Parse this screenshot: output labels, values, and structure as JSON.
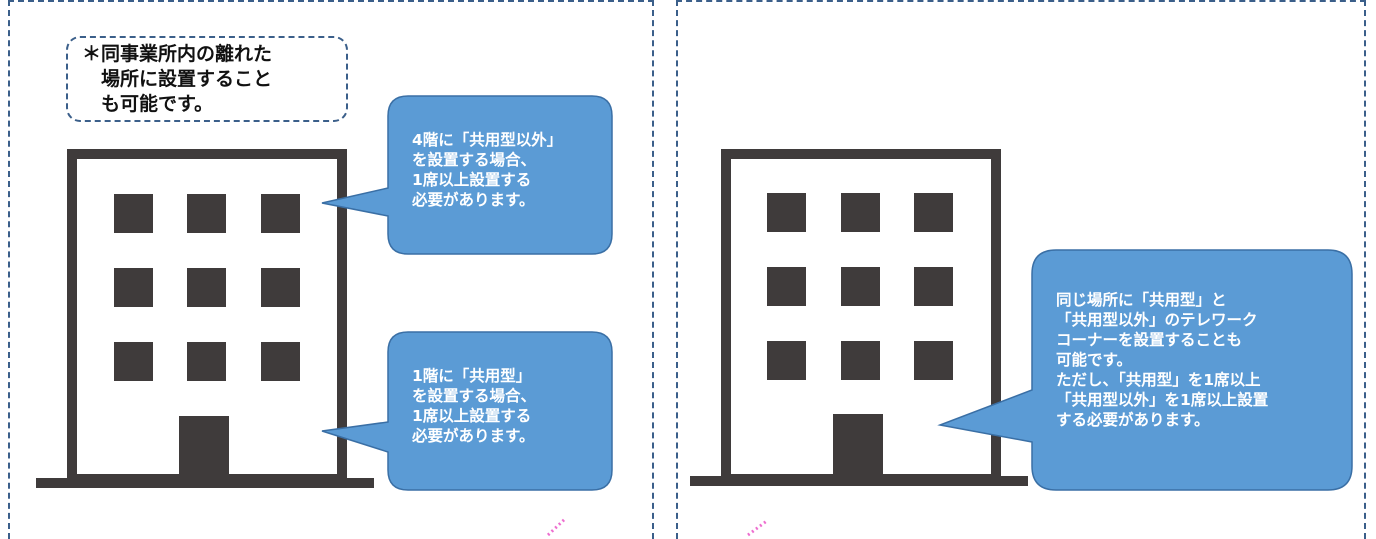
{
  "left_panel": {
    "note": "＊同事業所内の離れた\n　場所に設置すること\n　も可能です。",
    "callout_top": "4階に「共用型以外」\nを設置する場合、\n1席以上設置する\n必要があります。",
    "callout_bottom": "1階に「共用型」\nを設置する場合、\n1席以上設置する\n必要があります。"
  },
  "right_panel": {
    "callout": "同じ場所に「共用型」と\n「共用型以外」のテレワーク\nコーナーを設置することも\n可能です。\nただし、「共用型」を1席以上\n「共用型以外」を1席以上設置\nする必要があります。"
  },
  "colors": {
    "building": "#3f3b3b",
    "callout_fill": "#5b9bd5",
    "callout_stroke": "#3a6fa5",
    "border_dash": "#3b5f8a",
    "accent_dots": "#ee6fd0"
  }
}
